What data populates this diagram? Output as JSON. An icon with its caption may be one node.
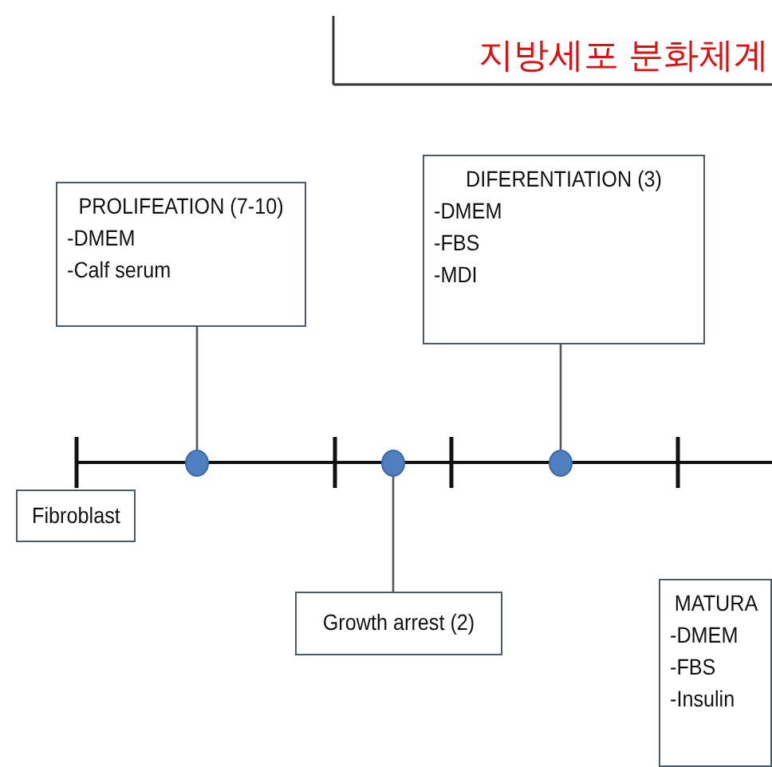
{
  "diagram": {
    "title": "지방세포 분화체계",
    "nodes": [
      {
        "text": [
          "PROLIFEATION (7-10)",
          "-DMEM",
          "-Calf serum"
        ]
      },
      {
        "text": [
          "DIFERENTIATION (3)",
          "-DMEM",
          "-FBS",
          "-MDI"
        ]
      },
      {
        "text": [],
        "shape": "circle"
      },
      {
        "text": [],
        "shape": "circle"
      },
      {
        "text": [],
        "shape": "circle"
      },
      {
        "text": [
          "Fibroblast"
        ]
      },
      {
        "text": [
          "Growth arrest (2)"
        ]
      },
      {
        "text": [
          "MATURA",
          "-DMEM",
          "-FBS",
          "-Insulin"
        ]
      }
    ],
    "edges": [
      {
        "from": 0,
        "to": 2,
        "arrow": "none"
      },
      {
        "from": 1,
        "to": 4,
        "arrow": "none"
      },
      {
        "from": 3,
        "to": 6,
        "arrow": "none"
      }
    ]
  }
}
